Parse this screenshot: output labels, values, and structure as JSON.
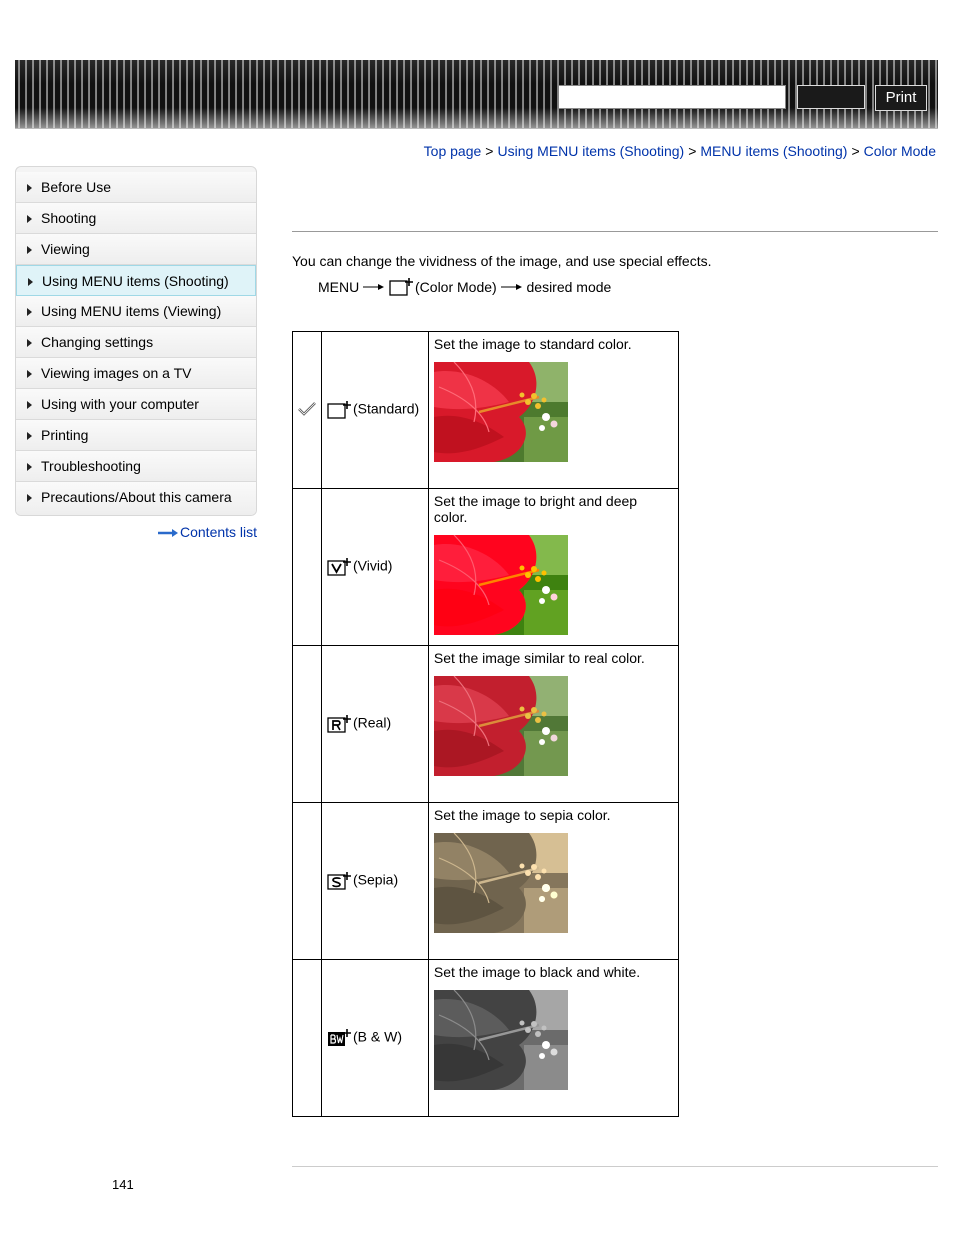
{
  "header": {
    "search_placeholder": "",
    "print_label": "Print"
  },
  "breadcrumb": [
    "Top page",
    "Using MENU items (Shooting)",
    "MENU items (Shooting)",
    "Color Mode"
  ],
  "breadcrumb_separator": ">",
  "sidebar": {
    "items": [
      {
        "label": "Before Use",
        "active": false
      },
      {
        "label": "Shooting",
        "active": false
      },
      {
        "label": "Viewing",
        "active": false
      },
      {
        "label": "Using MENU items (Shooting)",
        "active": true
      },
      {
        "label": "Using MENU items (Viewing)",
        "active": false
      },
      {
        "label": "Changing settings",
        "active": false
      },
      {
        "label": "Viewing images on a TV",
        "active": false
      },
      {
        "label": "Using with your computer",
        "active": false
      },
      {
        "label": "Printing",
        "active": false
      },
      {
        "label": "Troubleshooting",
        "active": false
      },
      {
        "label": "Precautions/About this camera",
        "active": false
      }
    ],
    "contents_link": "Contents list"
  },
  "main": {
    "intro": "You can change the vividness of the image, and use special effects.",
    "menu_path": {
      "menu": "MENU",
      "color_mode": "(Color Mode)",
      "desired": "desired mode"
    },
    "modes": [
      {
        "icon": "standard-mode-icon",
        "label": "(Standard)",
        "description": "Set the image to standard color.",
        "default": true,
        "photo_tone": "standard"
      },
      {
        "icon": "vivid-mode-icon",
        "label": "(Vivid)",
        "description": "Set the image to bright and deep color.",
        "default": false,
        "photo_tone": "vivid"
      },
      {
        "icon": "real-mode-icon",
        "label": "(Real)",
        "description": "Set the image similar to real color.",
        "default": false,
        "photo_tone": "real"
      },
      {
        "icon": "sepia-mode-icon",
        "label": "(Sepia)",
        "description": "Set the image to sepia color.",
        "default": false,
        "photo_tone": "sepia"
      },
      {
        "icon": "bw-mode-icon",
        "label": "(B & W)",
        "description": "Set the image to black and white.",
        "default": false,
        "photo_tone": "bw"
      }
    ]
  },
  "footer": {
    "page_number": "141"
  },
  "colors": {
    "link": "#0033aa",
    "active_nav_bg": "#dff3f8",
    "active_nav_border": "#9fd8e6"
  }
}
